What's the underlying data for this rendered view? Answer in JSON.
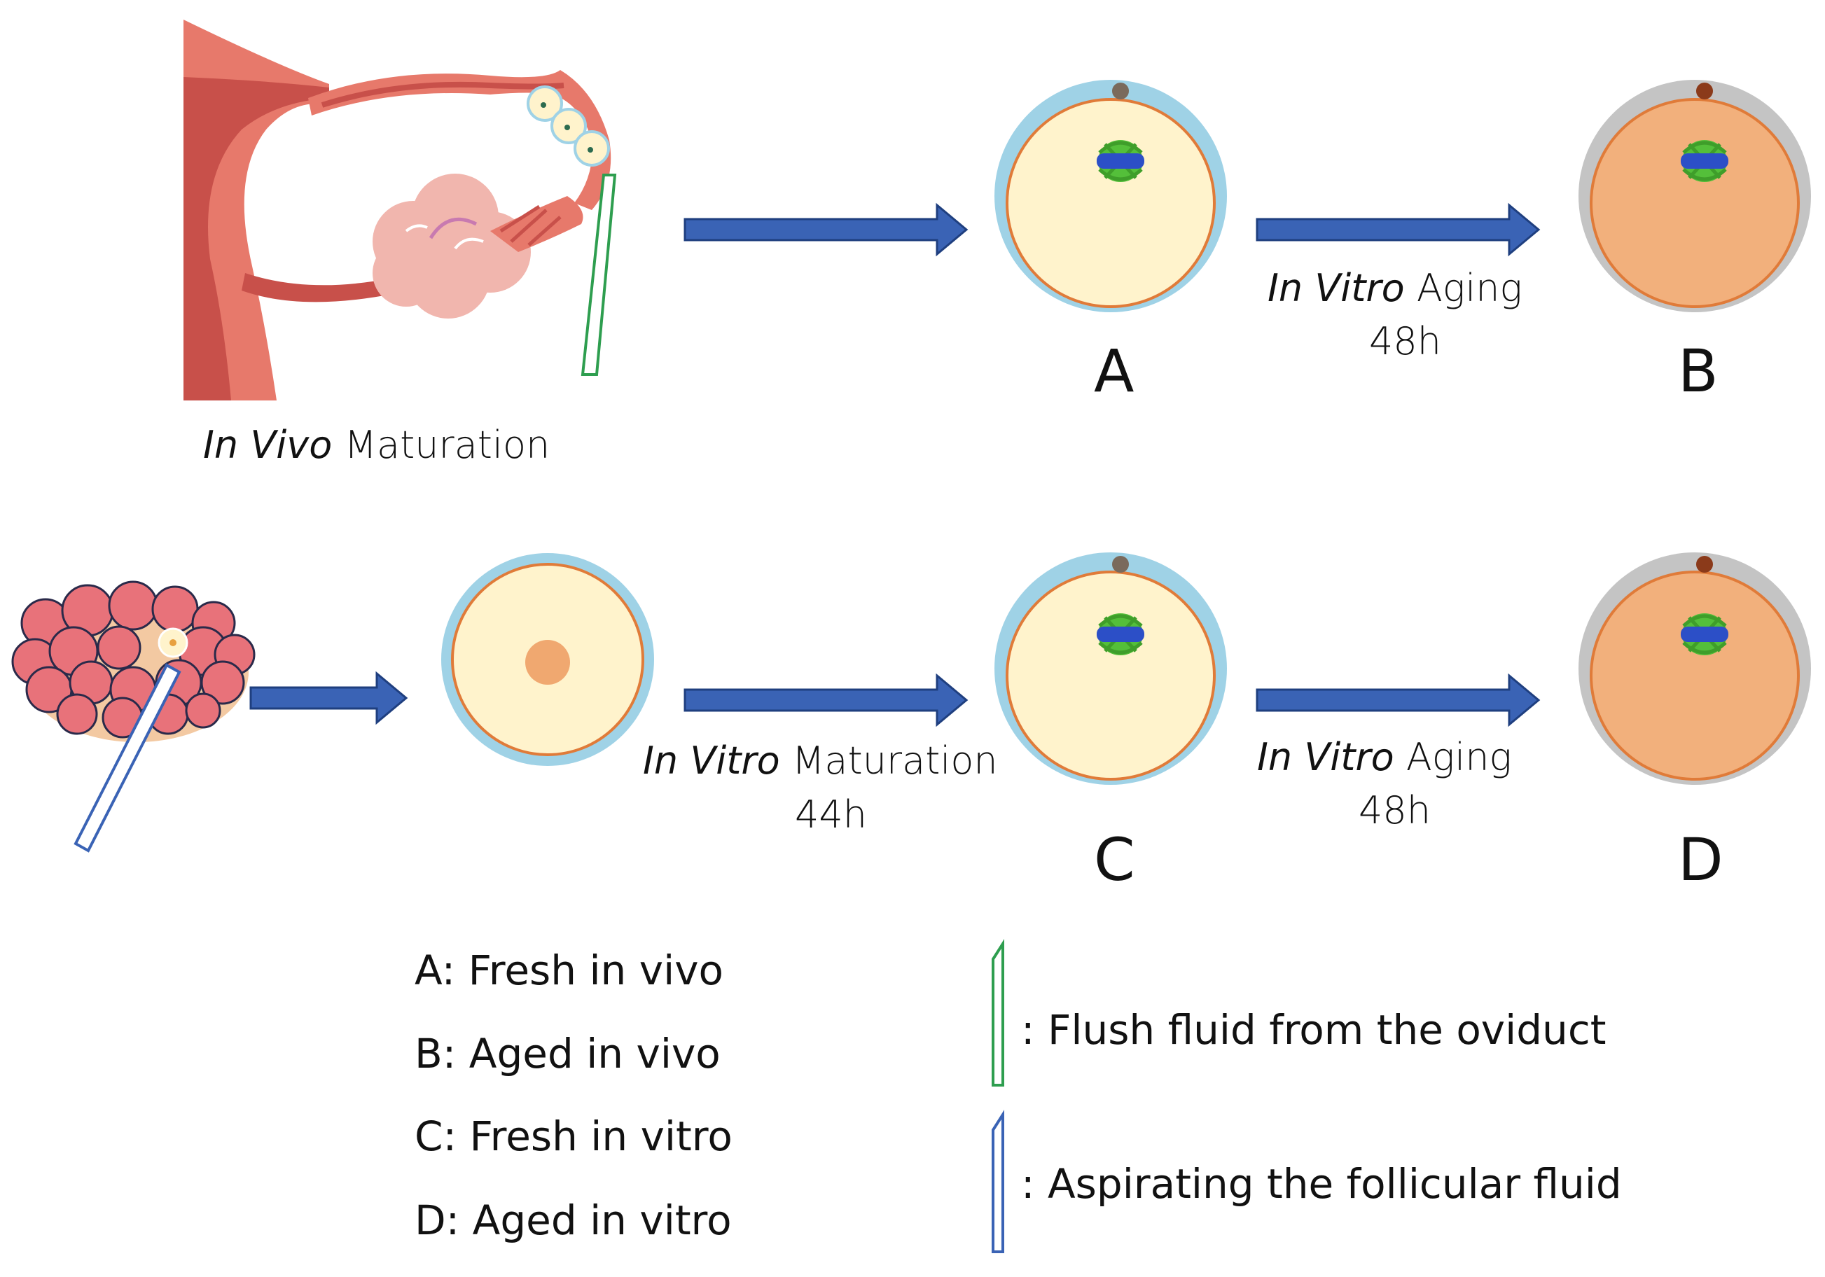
{
  "top_row": {
    "in_vivo_caption_italic": "In Vivo",
    "in_vivo_caption_rest": "Maturation",
    "aging_italic": "In Vitro",
    "aging_rest": "Aging",
    "aging_duration": "48h",
    "label_a": "A",
    "label_b": "B"
  },
  "bottom_row": {
    "maturation_italic": "In Vitro",
    "maturation_rest": "Maturation",
    "maturation_duration": "44h",
    "aging_italic": "In Vitro",
    "aging_rest": "Aging",
    "aging_duration": "48h",
    "label_c": "C",
    "label_d": "D"
  },
  "legend": {
    "groups": [
      "A: Fresh in vivo",
      "B: Aged in vivo",
      "C: Fresh in vitro",
      "D: Aged in vitro"
    ],
    "green_pipette": ": Flush fluid from the oviduct",
    "blue_pipette": ": Aspirating the follicular fluid"
  },
  "colors": {
    "arrow": "#3a63b5",
    "arrow_edge": "#1f3f7f",
    "zona_fresh": "#9fd2e6",
    "zona_aged": "#c4c4c4",
    "ooplasm_fresh": "#fff3cc",
    "ooplasm_aged": "#f2b07c",
    "oocyte_rim": "#e07b39",
    "spindle_green": "#54bf3a",
    "chromosomes_blue": "#2c4fc7",
    "polar_body_fresh": "#7a6a5c",
    "polar_body_aged": "#8b3a1a",
    "uterus": "#e7796b",
    "uterus_dark": "#c8504a",
    "ovary": "#f1b6ae",
    "follicle": "#e8727a",
    "pipette_green": "#2e9e4f",
    "pipette_blue": "#3a63b5"
  }
}
